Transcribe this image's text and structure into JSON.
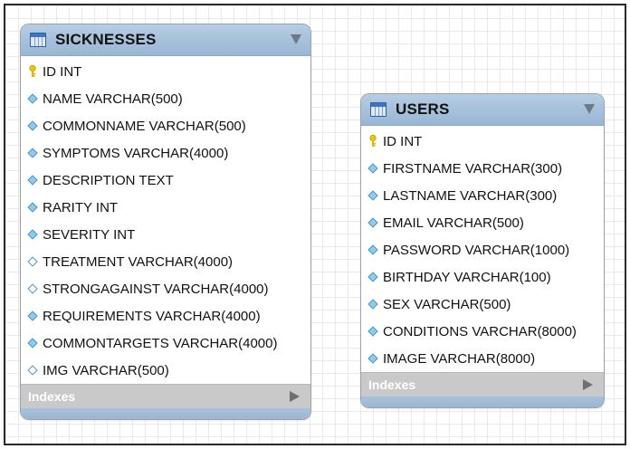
{
  "tables": [
    {
      "name": "SICKNESSES",
      "columns": [
        {
          "text": "ID INT",
          "kind": "pk"
        },
        {
          "text": "NAME VARCHAR(500)",
          "kind": "filled"
        },
        {
          "text": "COMMONNAME VARCHAR(500)",
          "kind": "filled"
        },
        {
          "text": "SYMPTOMS VARCHAR(4000)",
          "kind": "filled"
        },
        {
          "text": "DESCRIPTION TEXT",
          "kind": "filled"
        },
        {
          "text": "RARITY INT",
          "kind": "filled"
        },
        {
          "text": "SEVERITY INT",
          "kind": "filled"
        },
        {
          "text": "TREATMENT VARCHAR(4000)",
          "kind": "empty"
        },
        {
          "text": "STRONGAGAINST VARCHAR(4000)",
          "kind": "empty"
        },
        {
          "text": "REQUIREMENTS VARCHAR(4000)",
          "kind": "filled"
        },
        {
          "text": "COMMONTARGETS VARCHAR(4000)",
          "kind": "filled"
        },
        {
          "text": "IMG VARCHAR(500)",
          "kind": "empty"
        }
      ],
      "indexes_label": "Indexes"
    },
    {
      "name": "USERS",
      "columns": [
        {
          "text": "ID INT",
          "kind": "pk"
        },
        {
          "text": "FIRSTNAME VARCHAR(300)",
          "kind": "filled"
        },
        {
          "text": "LASTNAME VARCHAR(300)",
          "kind": "filled"
        },
        {
          "text": "EMAIL VARCHAR(500)",
          "kind": "filled"
        },
        {
          "text": "PASSWORD VARCHAR(1000)",
          "kind": "filled"
        },
        {
          "text": "BIRTHDAY VARCHAR(100)",
          "kind": "filled"
        },
        {
          "text": "SEX VARCHAR(500)",
          "kind": "filled"
        },
        {
          "text": "CONDITIONS VARCHAR(8000)",
          "kind": "filled"
        },
        {
          "text": "IMAGE VARCHAR(8000)",
          "kind": "filled"
        }
      ],
      "indexes_label": "Indexes"
    }
  ],
  "icons": {
    "table": "table-icon",
    "primary_key": "key-icon",
    "column": "diamond-icon",
    "collapse": "triangle-down-icon",
    "expand": "triangle-right-icon"
  },
  "colors": {
    "header": "#98b6d4",
    "indexes_bar": "#c9c9c9",
    "column_icon": "#8ecbef",
    "key_icon": "#e6b800"
  }
}
